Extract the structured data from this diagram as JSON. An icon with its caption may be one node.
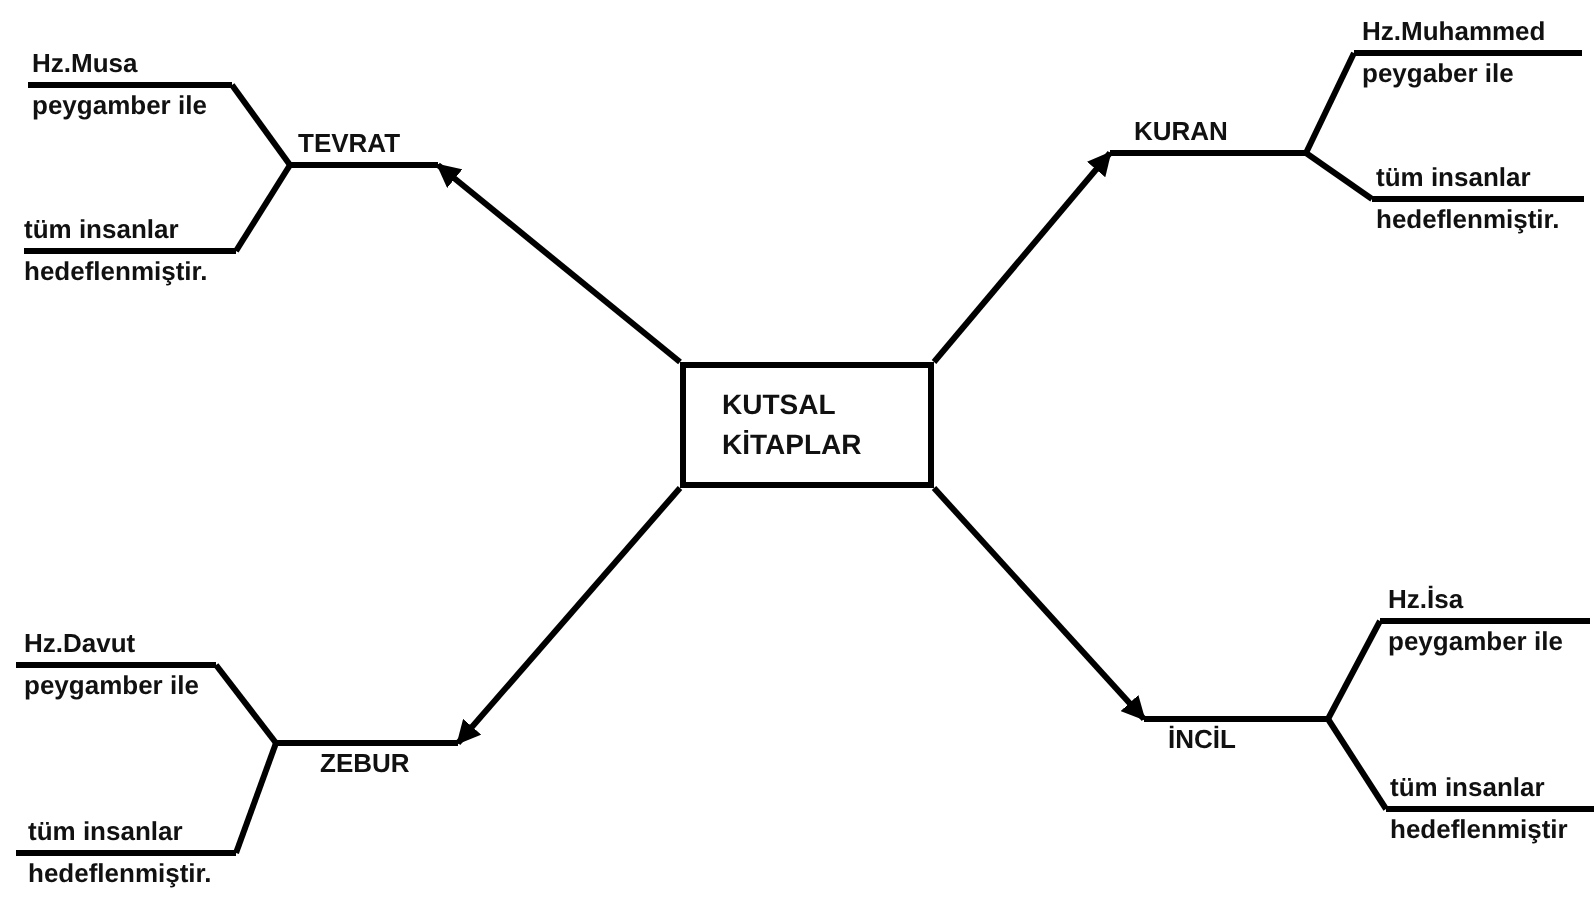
{
  "diagram": {
    "nodes": [
      {
        "text": [
          "KUTSAL KİTAPLAR"
        ]
      },
      {
        "text": [
          "TEVRAT"
        ]
      },
      {
        "text": [
          "KURAN"
        ]
      },
      {
        "text": [
          "ZEBUR"
        ]
      },
      {
        "text": [
          "İNCİL"
        ]
      },
      {
        "text": [
          "Hz.Musa",
          "peygamber ile"
        ]
      },
      {
        "text": [
          "tüm insanlar",
          "hedeflenmiştir."
        ]
      },
      {
        "text": [
          "Hz.Muhammed",
          "peygaber ile"
        ]
      },
      {
        "text": [
          "tüm insanlar",
          "hedeflenmiştir."
        ]
      },
      {
        "text": [
          "Hz.Davut",
          "peygamber ile"
        ]
      },
      {
        "text": [
          "tüm insanlar",
          "hedeflenmiştir."
        ]
      },
      {
        "text": [
          "Hz.İsa",
          "peygamber ile"
        ]
      },
      {
        "text": [
          "tüm insanlar",
          "hedeflenmiştir"
        ]
      }
    ],
    "edges": [
      {
        "from": 0,
        "to": 1,
        "arrow": "to"
      },
      {
        "from": 0,
        "to": 2,
        "arrow": "to"
      },
      {
        "from": 0,
        "to": 3,
        "arrow": "to"
      },
      {
        "from": 0,
        "to": 4,
        "arrow": "to"
      },
      {
        "from": 1,
        "to": 5,
        "arrow": "none"
      },
      {
        "from": 1,
        "to": 6,
        "arrow": "none"
      },
      {
        "from": 2,
        "to": 7,
        "arrow": "none"
      },
      {
        "from": 2,
        "to": 8,
        "arrow": "none"
      },
      {
        "from": 3,
        "to": 9,
        "arrow": "none"
      },
      {
        "from": 3,
        "to": 10,
        "arrow": "none"
      },
      {
        "from": 4,
        "to": 11,
        "arrow": "none"
      },
      {
        "from": 4,
        "to": 12,
        "arrow": "none"
      }
    ]
  }
}
